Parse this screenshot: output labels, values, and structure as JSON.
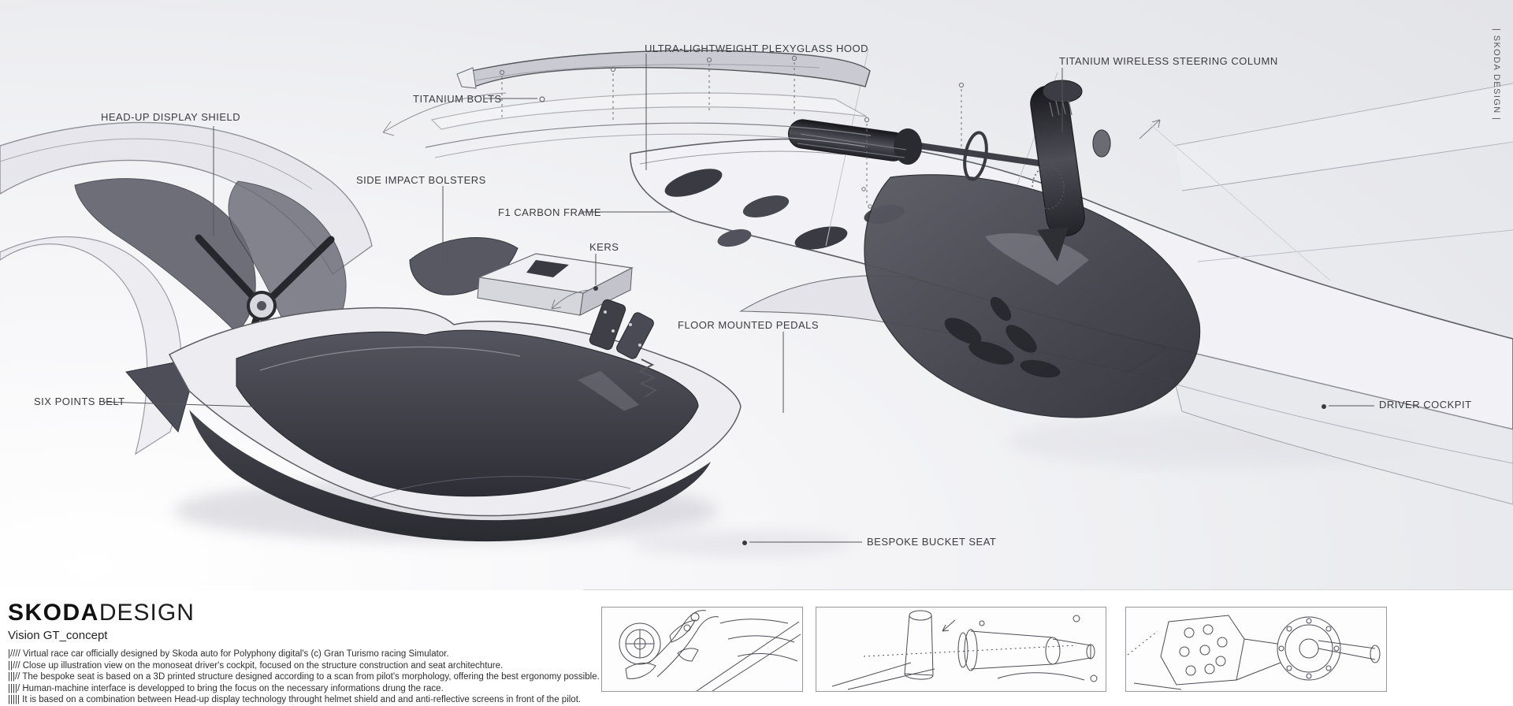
{
  "side_tag": "| SKODA DESIGN |",
  "annotations": [
    {
      "id": "head-up-display-shield",
      "text": "HEAD-UP DISPLAY SHIELD"
    },
    {
      "id": "titanium-bolts",
      "text": "TITANIUM BOLTS"
    },
    {
      "id": "plexyglass-hood",
      "text": "ULTRA-LIGHTWEIGHT PLEXYGLASS HOOD"
    },
    {
      "id": "titanium-wireless-steering-column",
      "text": "TITANIUM WIRELESS STEERING COLUMN"
    },
    {
      "id": "side-impact-bolsters",
      "text": "SIDE IMPACT BOLSTERS"
    },
    {
      "id": "f1-carbon-frame",
      "text": "F1 CARBON FRAME"
    },
    {
      "id": "kers",
      "text": "KERS"
    },
    {
      "id": "floor-mounted-pedals",
      "text": "FLOOR MOUNTED PEDALS"
    },
    {
      "id": "six-points-belt",
      "text": "SIX POINTS BELT"
    },
    {
      "id": "driver-cockpit",
      "text": "DRIVER COCKPIT"
    },
    {
      "id": "bespoke-bucket-seat",
      "text": "BESPOKE BUCKET SEAT"
    }
  ],
  "footer": {
    "logo_bold": "SKODA",
    "logo_light": "DESIGN",
    "subtitle": "Vision GT_concept",
    "description_lines": [
      "|//// Virtual race car officially designed by Skoda auto for Polyphony digital's (c) Gran Turismo racing Simulator.",
      "||/// Close up illustration view on the monoseat driver's cockpit, focused on the structure construction and seat architechture.",
      "|||// The bespoke seat is based on a 3D printed structure designed according to a scan from pilot's morphology, offering the best ergonomy possible.",
      "||||/ Human-machine interface is developped to bring the focus on the necessary informations drung the race.",
      "||||| It is based on a combination between Head-up display technology throught helmet shield and and anti-reflective screens in front of the pilot."
    ]
  },
  "colors": {
    "background_top_right": "#e2e3e7",
    "background_bottom_left": "#ffffff",
    "label_ink": "#3b3b40",
    "sketch_dark": "#3a3a43"
  }
}
